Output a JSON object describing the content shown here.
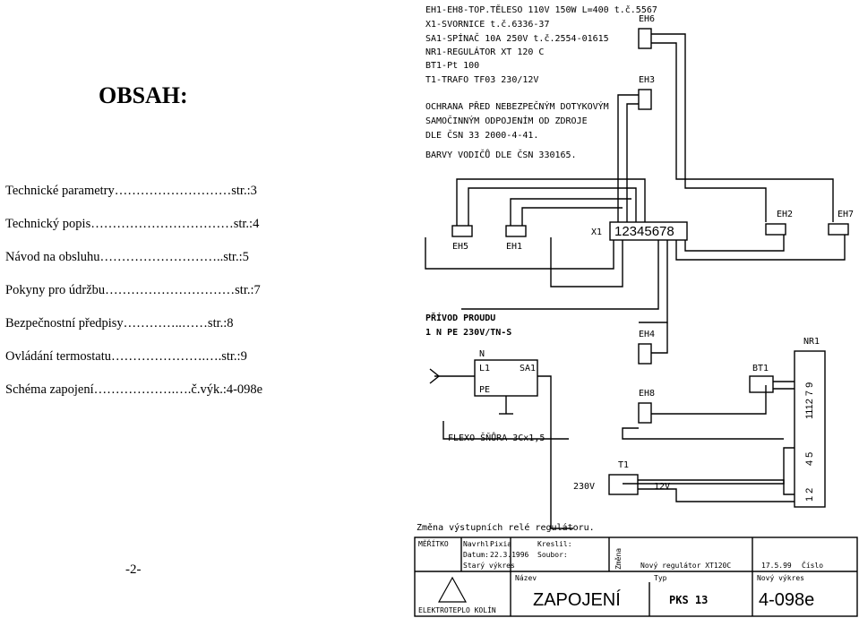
{
  "left": {
    "title": "OBSAH:",
    "toc": [
      {
        "label": "Technické parametry………………………str.:3"
      },
      {
        "label": "Technický popis……………………………str.:4"
      },
      {
        "label": "Návod na obsluhu………………………..str.:5"
      },
      {
        "label": "Pokyny pro údržbu…………………………str.:7"
      },
      {
        "label": "Bezpečnostní předpisy…………..……str.:8"
      },
      {
        "label": "Ovládání termostatu………………….….str.:9"
      },
      {
        "label": "Schéma zapojení……………….….č.výk.:4-098e"
      }
    ],
    "page_number": "-2-"
  },
  "diagram": {
    "legend": [
      "EH1-EH8-TOP.TĚLESO 110V 150W L=400 t.č.5567",
      "X1-SVORNICE t.č.6336-37",
      "SA1-SPÍNAČ 10A 250V t.č.2554-01615",
      "NR1-REGULÁTOR XT 120 C",
      "BT1-Pt 100",
      "T1-TRAFO TF03 230/12V"
    ],
    "notes": [
      "OCHRANA PŘED NEBEZPEČNÝM DOTYKOVÝM",
      "SAMOČINNÝM ODPOJENÍM OD ZDROJE",
      "DLE ČSN 33 2000-4-41.",
      "BARVY VODIČŮ DLE ČSN 330165."
    ],
    "labels": {
      "eh1": "EH1",
      "eh2": "EH2",
      "eh3": "EH3",
      "eh4": "EH4",
      "eh5": "EH5",
      "eh6": "EH6",
      "eh7": "EH7",
      "eh8": "EH8",
      "x1": "X1",
      "nr1": "NR1",
      "bt1": "BT1",
      "sa1": "SA1",
      "t1": "T1",
      "terminals": "12345678",
      "supply1": "PŘÍVOD PROUDU",
      "supply2": "1 N PE 230V/TN-S",
      "n": "N",
      "l1": "L1",
      "pe": "PE",
      "cable": "FLEXO ŠŇŮRA 3Cx1,5",
      "v230": "230V",
      "v12": "12V",
      "nr1_pins": "1112 7 9",
      "nr1_pins2": "4 5",
      "nr1_pins3": "1 2"
    },
    "change_note": "Změna výstupních relé regulátoru.",
    "title_block": {
      "meritko": "MĚŘÍTKO",
      "navrhl": "Navrhl:",
      "navrhl_val": "Pixia",
      "datum": "Datum:",
      "datum_val": "22.3.1996",
      "stary": "Starý výkres",
      "kreslil": "Kreslil:",
      "soubor": "Soubor:",
      "nazev": "Název",
      "zmena": "Změna",
      "typ": "Typ",
      "novy_reg": "Nový regulátor XT120C",
      "datum2": "17.5.99",
      "cislo": "Číslo",
      "novy_vykres": "Nový výkres",
      "company": "ELEKTROTEPLO KOLÍN",
      "drawing_title": "ZAPOJENÍ",
      "type_val": "PKS 13",
      "drawing_no": "4-098e"
    }
  }
}
